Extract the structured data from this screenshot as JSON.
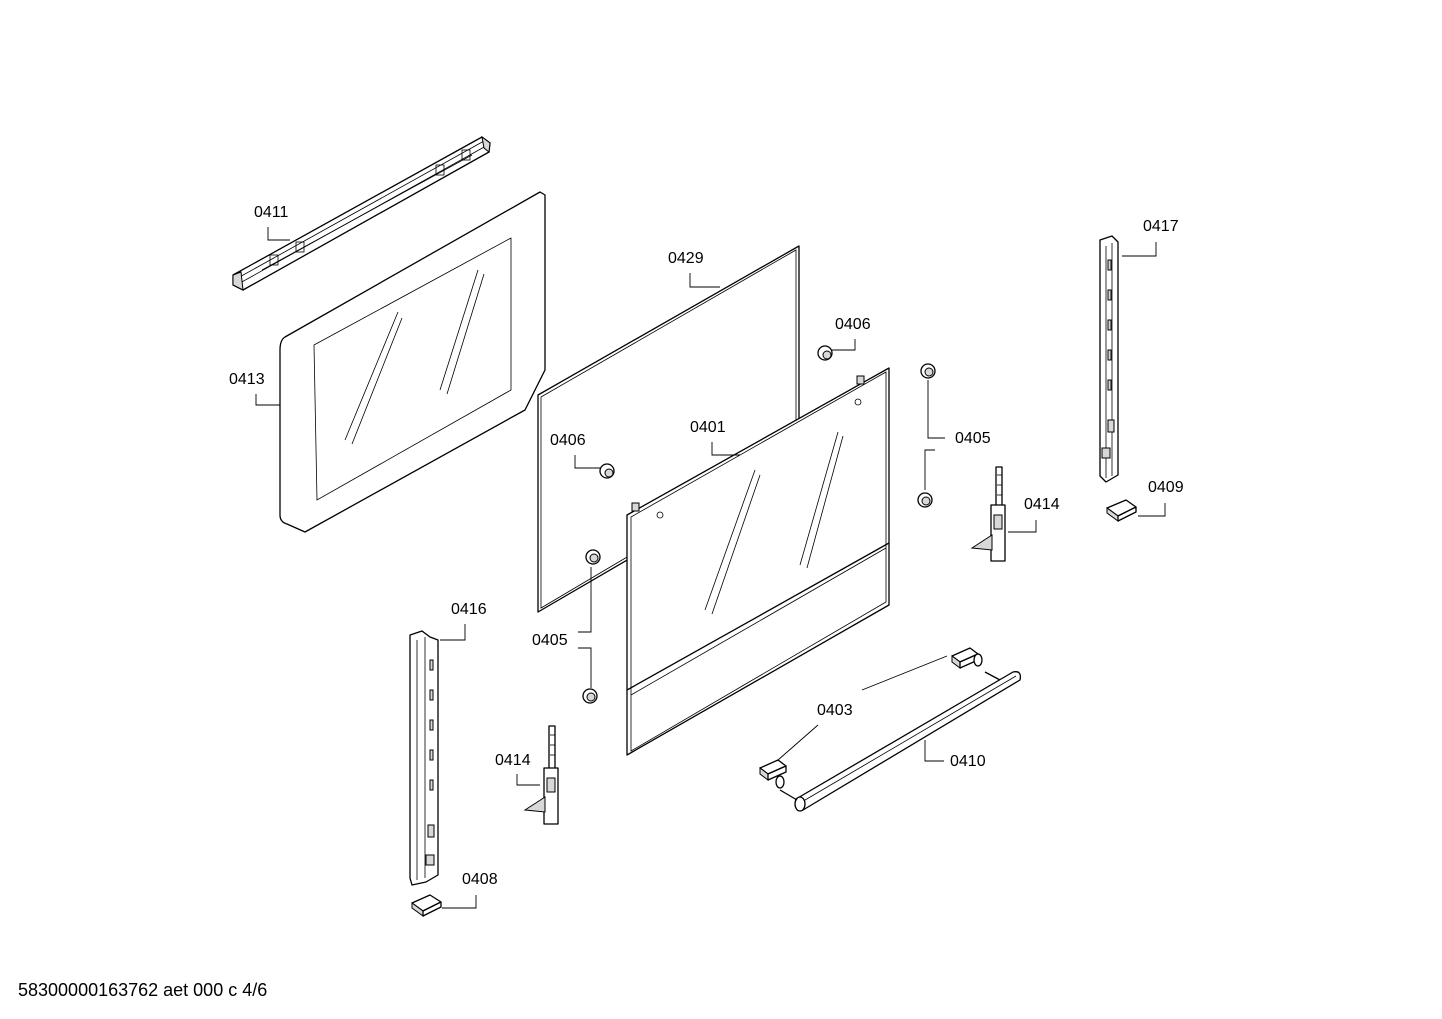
{
  "footer": {
    "document_code": "58300000163762 aet 000 c 4/6"
  },
  "callouts": {
    "c0411": "0411",
    "c0413": "0413",
    "c0429": "0429",
    "c0406a": "0406",
    "c0406b": "0406",
    "c0401": "0401",
    "c0405a": "0405",
    "c0405b": "0405",
    "c0414a": "0414",
    "c0414b": "0414",
    "c0417": "0417",
    "c0409": "0409",
    "c0416": "0416",
    "c0403": "0403",
    "c0410": "0410",
    "c0408": "0408"
  }
}
